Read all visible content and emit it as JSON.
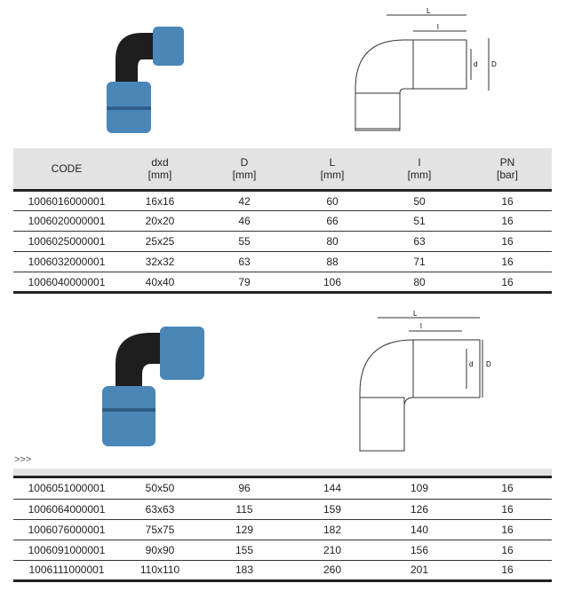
{
  "columns": [
    {
      "name": "CODE",
      "unit": ""
    },
    {
      "name": "dxd",
      "unit": "[mm]"
    },
    {
      "name": "D",
      "unit": "[mm]"
    },
    {
      "name": "L",
      "unit": "[mm]"
    },
    {
      "name": "l",
      "unit": "[mm]"
    },
    {
      "name": "PN",
      "unit": "[bar]"
    }
  ],
  "diagram_labels": {
    "L": "L",
    "l": "l",
    "d": "d",
    "D": "D"
  },
  "colors": {
    "fitting_blue": "#4a86b8",
    "fitting_black": "#1e1e1e"
  },
  "continuation": ">>>",
  "table1": [
    [
      "1006016000001",
      "16x16",
      "42",
      "60",
      "50",
      "16"
    ],
    [
      "1006020000001",
      "20x20",
      "46",
      "66",
      "51",
      "16"
    ],
    [
      "1006025000001",
      "25x25",
      "55",
      "80",
      "63",
      "16"
    ],
    [
      "1006032000001",
      "32x32",
      "63",
      "88",
      "71",
      "16"
    ],
    [
      "1006040000001",
      "40x40",
      "79",
      "106",
      "80",
      "16"
    ]
  ],
  "table2": [
    [
      "1006051000001",
      "50x50",
      "96",
      "144",
      "109",
      "16"
    ],
    [
      "1006064000001",
      "63x63",
      "115",
      "159",
      "126",
      "16"
    ],
    [
      "1006076000001",
      "75x75",
      "129",
      "182",
      "140",
      "16"
    ],
    [
      "1006091000001",
      "90x90",
      "155",
      "210",
      "156",
      "16"
    ],
    [
      "1006111000001",
      "110x110",
      "183",
      "260",
      "201",
      "16"
    ]
  ]
}
